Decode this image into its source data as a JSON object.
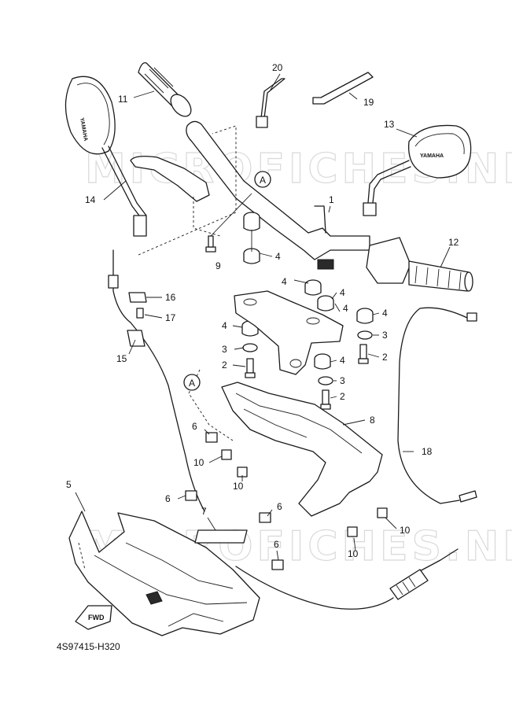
{
  "watermark_text": "MICROFICHES.NET",
  "diagram_code": "4S97415-H320",
  "brand_label": "YAMAHA",
  "fwd_label": "FWD",
  "reference_label": "A",
  "callouts": {
    "c1": "1",
    "c2a": "2",
    "c2b": "2",
    "c2c": "2",
    "c3a": "3",
    "c3b": "3",
    "c3c": "3",
    "c4a": "4",
    "c4b": "4",
    "c4c": "4",
    "c4d": "4",
    "c4e": "4",
    "c4f": "4",
    "c5": "5",
    "c6a": "6",
    "c6b": "6",
    "c6c": "6",
    "c6d": "6",
    "c7": "7",
    "c8": "8",
    "c9": "9",
    "c10a": "10",
    "c10b": "10",
    "c10c": "10",
    "c10d": "10",
    "c11": "11",
    "c12": "12",
    "c13": "13",
    "c14": "14",
    "c15": "15",
    "c16": "16",
    "c17": "17",
    "c18": "18",
    "c19": "19",
    "c20": "20"
  }
}
